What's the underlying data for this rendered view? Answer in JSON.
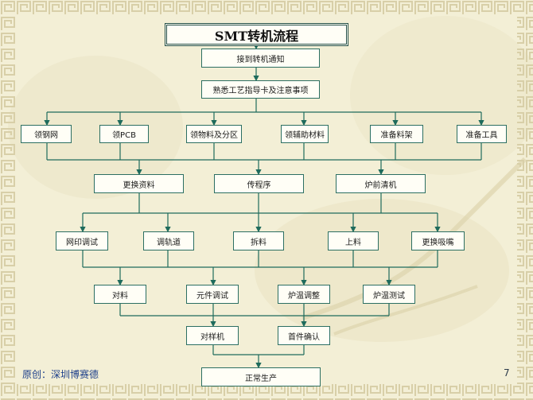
{
  "title": "SMT转机流程",
  "nodes": {
    "notice": "接到转机通知",
    "familiarize": "熟悉工艺指导卡及注意事项",
    "stencil": "领钢网",
    "pcb": "领PCB",
    "materials": "领物料及分区",
    "auxiliary": "领辅助材料",
    "rack": "准备料架",
    "tools": "准备工具",
    "change_data": "更换资料",
    "transfer_program": "传程序",
    "clean_oven": "炉前清机",
    "print_debug": "网印调试",
    "track_adjust": "调轨道",
    "unload": "拆料",
    "load": "上料",
    "change_nozzle": "更换吸嘴",
    "check_material": "对料",
    "component_debug": "元件调试",
    "oven_adjust": "炉温调整",
    "oven_test": "炉温测试",
    "sample_check": "对样机",
    "first_article": "首件确认",
    "production": "正常生产"
  },
  "footer": {
    "credit": "原创：深圳博赛德",
    "page_number": "7"
  },
  "colors": {
    "line": "#1e6b5c",
    "box_border": "#2c6f62",
    "background": "#f3efd6",
    "credit_text": "#1d3f8a"
  }
}
